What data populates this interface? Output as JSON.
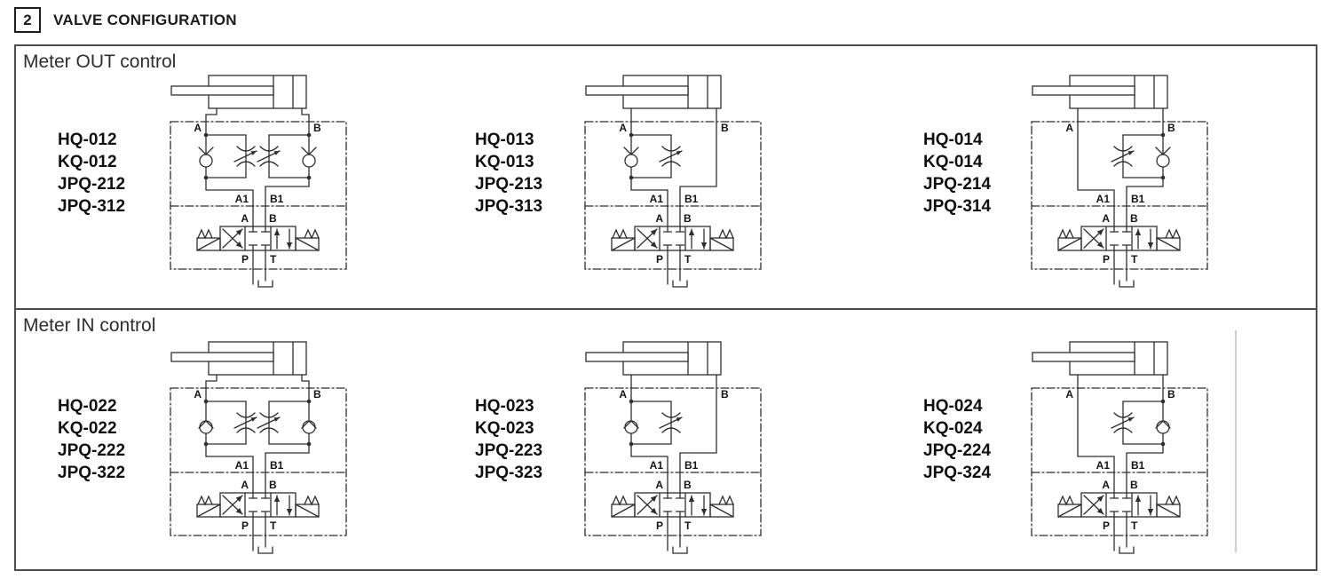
{
  "header": {
    "number": "2",
    "title": "VALVE CONFIGURATION"
  },
  "port_labels": {
    "cyl_a": "A",
    "cyl_b": "B",
    "sub_a": "A1",
    "sub_b": "B1",
    "dcv_a": "A",
    "dcv_b": "B",
    "p": "P",
    "t": "T"
  },
  "colors": {
    "line": "#2e2e2e",
    "text": "#141414"
  },
  "sections": [
    {
      "label": "Meter OUT control",
      "mode": "out",
      "diagrams": [
        {
          "models": [
            "HQ-012",
            "KQ-012",
            "JPQ-212",
            "JPQ-312"
          ],
          "variant": "both"
        },
        {
          "models": [
            "HQ-013",
            "KQ-013",
            "JPQ-213",
            "JPQ-313"
          ],
          "variant": "a_only"
        },
        {
          "models": [
            "HQ-014",
            "KQ-014",
            "JPQ-214",
            "JPQ-314"
          ],
          "variant": "b_only"
        }
      ]
    },
    {
      "label": "Meter IN control",
      "mode": "in",
      "diagrams": [
        {
          "models": [
            "HQ-022",
            "KQ-022",
            "JPQ-222",
            "JPQ-322"
          ],
          "variant": "both"
        },
        {
          "models": [
            "HQ-023",
            "KQ-023",
            "JPQ-223",
            "JPQ-323"
          ],
          "variant": "a_only"
        },
        {
          "models": [
            "HQ-024",
            "KQ-024",
            "JPQ-224",
            "JPQ-324"
          ],
          "variant": "b_only"
        }
      ]
    }
  ]
}
